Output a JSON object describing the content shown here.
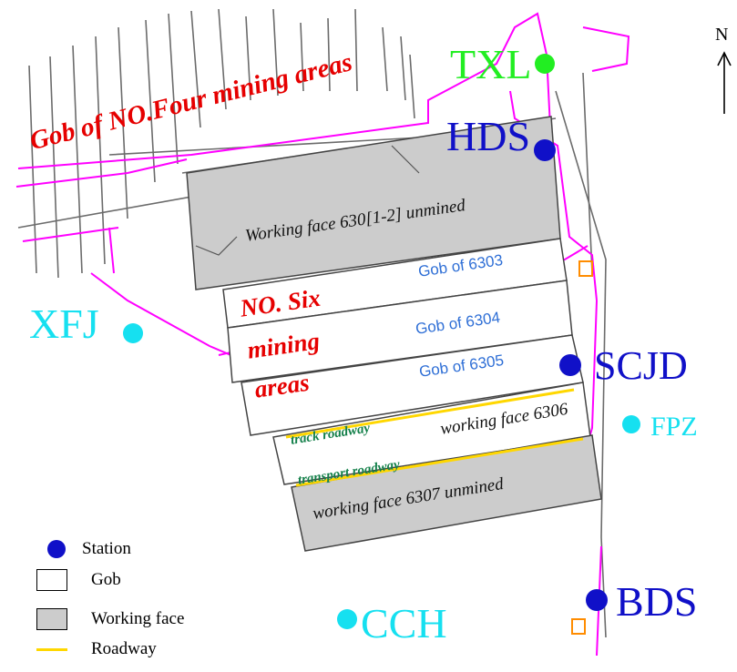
{
  "map": {
    "labels": {
      "north": "N",
      "mining_area_four": "Gob of NO.Four mining areas",
      "mining_area_six_line1": "NO. Six",
      "mining_area_six_line2": "mining",
      "mining_area_six_line3": "areas"
    },
    "panels": {
      "wf_630": "Working face 630[1-2] unmined",
      "gob_6303": "Gob of 6303",
      "gob_6304": "Gob of 6304",
      "gob_6305": "Gob of 6305",
      "wf_6306": "working face 6306",
      "wf_6307": "working face 6307 unmined",
      "track_roadway": "track roadway",
      "transport_roadway": "transport roadway"
    },
    "stations": {
      "txl": "TXL",
      "hds": "HDS",
      "xfj": "XFJ",
      "scjd": "SCJD",
      "fpz": "FPZ",
      "bds": "BDS",
      "cch": "CCH"
    },
    "colors": {
      "station_blue": "#1010c8",
      "station_cyan": "#16e0f0",
      "station_green": "#22ee22",
      "mining_label_red": "#e60000",
      "gob_label_blue": "#2f6fd6",
      "working_face_gray": "#cccccc",
      "roadway_yellow": "#ffd700",
      "tunnel_magenta": "#ff00ff"
    }
  },
  "legend": {
    "station": "Station",
    "gob": "Gob",
    "working_face": "Working face",
    "roadway": "Roadway"
  }
}
